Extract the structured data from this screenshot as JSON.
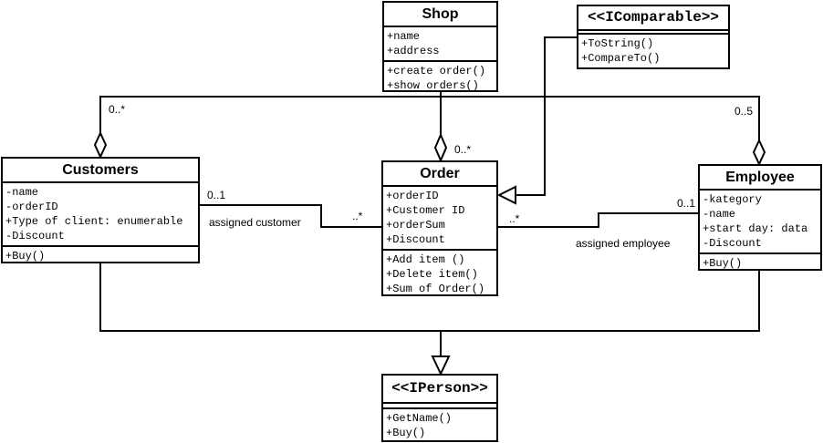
{
  "classes": {
    "shop": {
      "name": "Shop",
      "attributes": [
        "+name",
        "+address"
      ],
      "methods": [
        "+create order()",
        "+show orders()"
      ]
    },
    "icomparable": {
      "name": "<<IComparable>>",
      "attributes": [],
      "methods": [
        "+ToString()",
        "+CompareTo()"
      ]
    },
    "customers": {
      "name": "Customers",
      "attributes": [
        "-name",
        "-orderID",
        "+Type of client: enumerable",
        "-Discount"
      ],
      "methods": [
        "+Buy()"
      ]
    },
    "order": {
      "name": "Order",
      "attributes": [
        "+orderID",
        "+Customer ID",
        "+orderSum",
        "+Discount"
      ],
      "methods": [
        "+Add item ()",
        "+Delete item()",
        "+Sum of Order()"
      ]
    },
    "employee": {
      "name": "Employee",
      "attributes": [
        "-kategory",
        "-name",
        "+start day: data",
        "-Discount"
      ],
      "methods": [
        "+Buy()"
      ]
    },
    "iperson": {
      "name": "<<IPerson>>",
      "attributes": [],
      "methods": [
        "+GetName()",
        "+Buy()"
      ]
    }
  },
  "labels": {
    "customers_mult": "0..*",
    "order_mult_top": "0..*",
    "employee_mult": "0..5",
    "assoc_customer_end": "0..1",
    "assoc_customer_name": "assigned customer",
    "assoc_customer_order_end": "..*",
    "assoc_employee_order_end": "..*",
    "assoc_employee_name": "assigned employee",
    "assoc_employee_end": "0..1"
  }
}
